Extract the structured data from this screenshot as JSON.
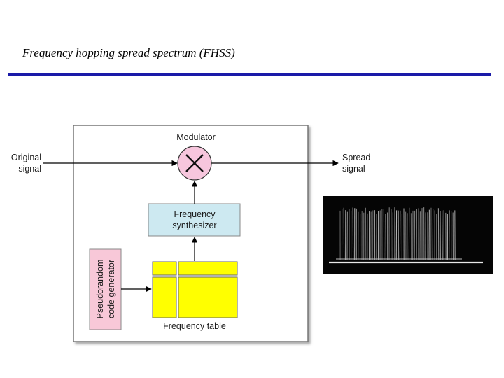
{
  "slide": {
    "title": "Frequency hopping spread spectrum (FHSS)"
  },
  "diagram": {
    "modulator_label": "Modulator",
    "input_label_line1": "Original",
    "input_label_line2": "signal",
    "output_label_line1": "Spread",
    "output_label_line2": "signal",
    "synth_label_line1": "Frequency",
    "synth_label_line2": "synthesizer",
    "prng_label_line1": "Pseudorandom",
    "prng_label_line2": "code generator",
    "table_label": "Frequency table"
  },
  "colors": {
    "title_rule": "#1a1aa8",
    "modulator_fill": "#f7c6dd",
    "synth_fill": "#cde9f1",
    "prng_fill": "#f8c8d8",
    "table_fill": "#ffff00",
    "box_border": "#7a7a7a"
  },
  "spectrum_image": {
    "description_icon": "spectrum-photo"
  }
}
